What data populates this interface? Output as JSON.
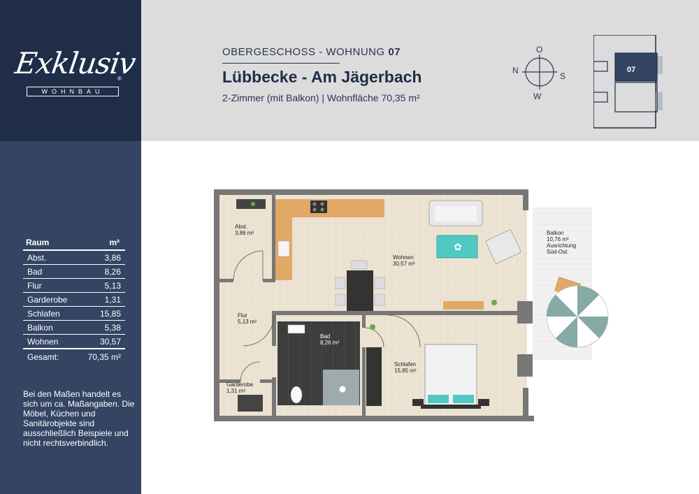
{
  "brand": {
    "name": "Exklusiv",
    "subtitle": "WOHNBAU",
    "registered": "®"
  },
  "header": {
    "kicker_prefix": "OBERGESCHOSS - WOHNUNG ",
    "kicker_number": "07",
    "title": "Lübbecke - Am Jägerbach",
    "detail": "2-Zimmer (mit Balkon) | Wohnfläche 70,35 m²"
  },
  "compass": {
    "north": "O",
    "east": "S",
    "south": "W",
    "west": "N"
  },
  "key_plan": {
    "highlight_label": "07"
  },
  "room_table": {
    "headers": [
      "Raum",
      "m²"
    ],
    "rows": [
      [
        "Abst.",
        "3,86"
      ],
      [
        "Bad",
        "8,26"
      ],
      [
        "Flur",
        "5,13"
      ],
      [
        "Garderobe",
        "1,31"
      ],
      [
        "Schlafen",
        "15,85"
      ],
      [
        "Balkon",
        "5,38"
      ],
      [
        "Wohnen",
        "30,57"
      ]
    ],
    "total": [
      "Gesamt:",
      "70,35 m²"
    ]
  },
  "disclaimer": "Bei den Maßen handelt es sich um ca. Maßangaben. Die Möbel, Küchen und Sanitärobjekte sind ausschließlich Beispiele und nicht rechtsverbindlich.",
  "plan_labels": {
    "abst": [
      "Abst.",
      "3,86 m²"
    ],
    "wohnen": [
      "Wohnen",
      "30,57 m²"
    ],
    "balkon": [
      "Balkon",
      "10,76 m²",
      "Ausrichtung",
      "Süd-Ost"
    ],
    "flur": [
      "Flur",
      "5,13 m²"
    ],
    "bad": [
      "Bad",
      "8,26 m²"
    ],
    "schlafen": [
      "Schlafen",
      "15,85 m²"
    ],
    "garderobe": [
      "Garderobe",
      "1,31 m²"
    ]
  },
  "colors": {
    "navy": "#1f2d48",
    "slate": "#334563",
    "header_bg": "#dcdcdc",
    "wall": "#777777",
    "floor": "#ece3d3",
    "bath_tile": "#3d3d3d",
    "kitchen": "#e2a865",
    "accent_teal": "#4fc9c2",
    "umbrella": "#86aaa6"
  }
}
